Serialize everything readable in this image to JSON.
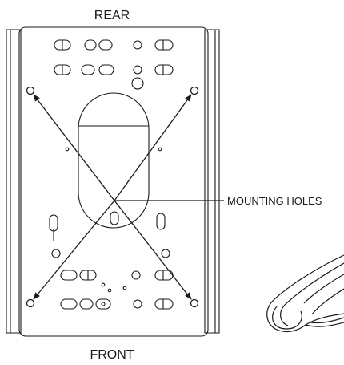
{
  "labels": {
    "rear": "REAR",
    "front": "FRONT",
    "callout": "MOUNTING HOLES"
  },
  "colors": {
    "stroke": "#1a1a1a",
    "background": "#ffffff"
  },
  "icons": {
    "arrow": "filled-arrowhead",
    "mount_hole": "open-circle",
    "slot": "rounded-slot"
  }
}
